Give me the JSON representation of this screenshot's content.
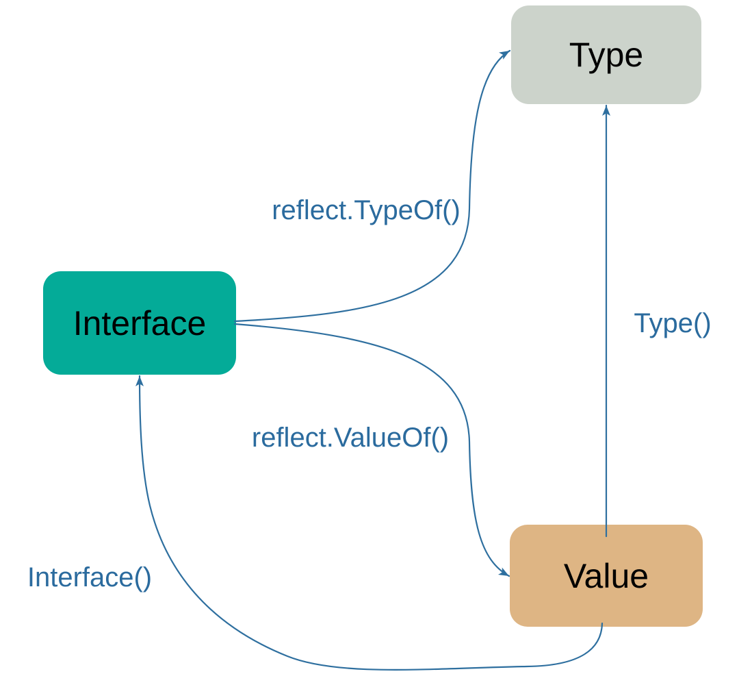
{
  "diagram": {
    "nodes": [
      {
        "id": "type",
        "label": "Type",
        "fill": "#ccd3cb"
      },
      {
        "id": "interface",
        "label": "Interface",
        "fill": "#04ab98"
      },
      {
        "id": "value",
        "label": "Value",
        "fill": "#deb584"
      }
    ],
    "edges": [
      {
        "id": "reflect-typeof",
        "label": "reflect.TypeOf()",
        "from": "interface",
        "to": "type"
      },
      {
        "id": "reflect-valueof",
        "label": "reflect.ValueOf()",
        "from": "interface",
        "to": "value"
      },
      {
        "id": "type-method",
        "label": "Type()",
        "from": "value",
        "to": "type"
      },
      {
        "id": "interface-method",
        "label": "Interface()",
        "from": "value",
        "to": "interface"
      }
    ],
    "colors": {
      "arrow": "#2e6f9f",
      "label_text": "#2b6b9e",
      "node_text": "#000000",
      "background": "#ffffff"
    }
  }
}
